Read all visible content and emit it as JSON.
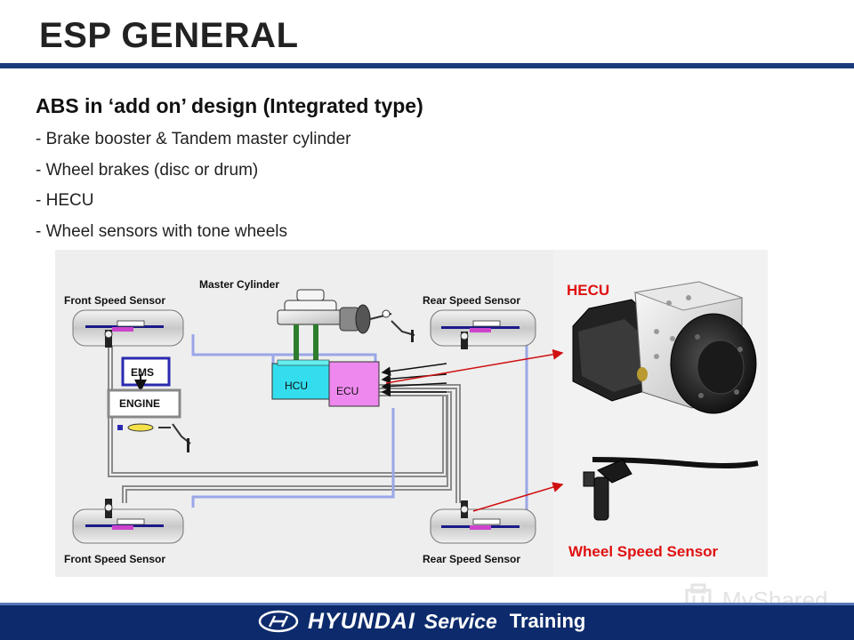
{
  "slide": {
    "title": "ESP GENERAL",
    "subtitle": "ABS in ‘add on’ design (Integrated type)",
    "bullets": [
      "- Brake booster & Tandem master cylinder",
      "- Wheel brakes (disc or drum)",
      "- HECU",
      "- Wheel sensors with tone wheels"
    ]
  },
  "diagram": {
    "labels": {
      "front_top": "Front Speed Sensor",
      "front_bottom": "Front Speed Sensor",
      "rear_top": "Rear Speed Sensor",
      "rear_bottom": "Rear Speed Sensor",
      "master_cylinder": "Master Cylinder",
      "ems": "EMS",
      "engine": "ENGINE",
      "hcu": "HCU",
      "ecu": "ECU",
      "hecu": "HECU",
      "wheel_speed_sensor": "Wheel Speed Sensor"
    }
  },
  "footer": {
    "brand": "HYUNDAI",
    "service": "Service",
    "training": "Training",
    "watermark": "MyShared"
  },
  "colors": {
    "title_rule": "#1a3a7a",
    "footer": "#0d2b6c",
    "hecu_label": "#e01010",
    "sensor_label": "#e01010",
    "ems_box": "#2a2ab0",
    "hcu_fill": "#33ddee",
    "ecu_fill": "#ee88ee",
    "pipe": "#9aa6e6"
  },
  "icons": [
    "hyundai-logo-icon",
    "myshared-logo-icon"
  ]
}
